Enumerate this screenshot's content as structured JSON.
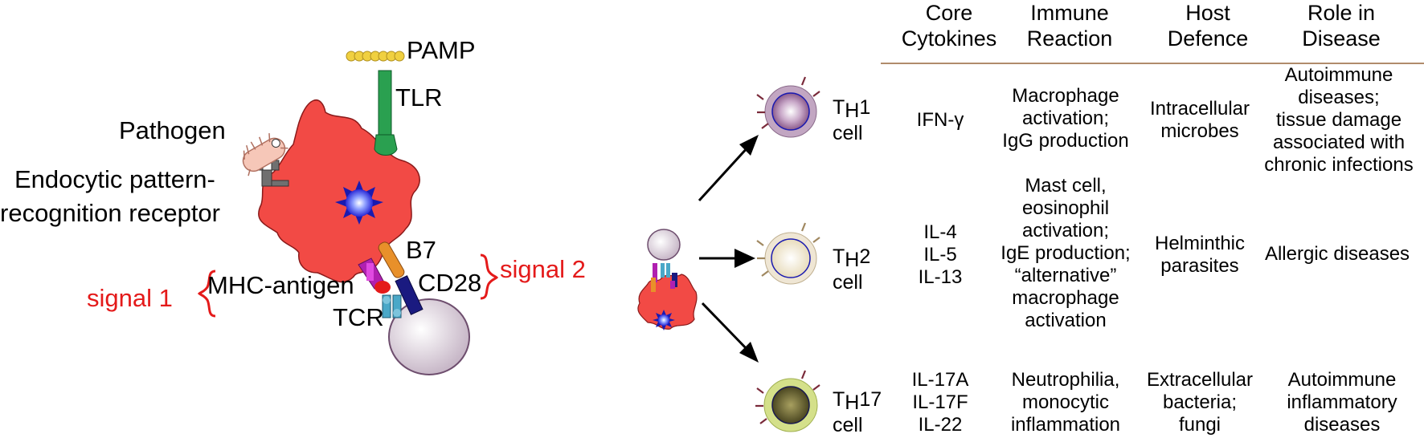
{
  "left_diagram": {
    "pamp": "PAMP",
    "tlr": "TLR",
    "pathogen": "Pathogen",
    "receptor_line1": "Endocytic pattern-",
    "receptor_line2": "recognition receptor",
    "b7": "B7",
    "cd28": "CD28",
    "mhc_antigen": "MHC-antigen",
    "tcr": "TCR",
    "signal1": "signal 1",
    "signal2": "signal 2"
  },
  "table": {
    "headers": [
      {
        "line1": "Core",
        "line2": "Cytokines"
      },
      {
        "line1": "Immune",
        "line2": "Reaction"
      },
      {
        "line1": "Host",
        "line2": "Defence"
      },
      {
        "line1": "Role in",
        "line2": "Disease"
      }
    ],
    "rows": [
      {
        "cell_prefix": "T",
        "cell_sub": "H",
        "cell_num": "1",
        "cell_word": "cell",
        "cytokines": [
          "IFN-γ"
        ],
        "reaction": [
          "Macrophage",
          "activation;",
          "IgG production"
        ],
        "defence": [
          "Intracellular",
          "microbes"
        ],
        "disease": [
          "Autoimmune",
          "diseases;",
          "tissue damage",
          "associated with",
          "chronic infections"
        ]
      },
      {
        "cell_prefix": "T",
        "cell_sub": "H",
        "cell_num": "2",
        "cell_word": "cell",
        "cytokines": [
          "IL-4",
          "IL-5",
          "IL-13"
        ],
        "reaction": [
          "Mast cell,",
          "eosinophil",
          "activation;",
          "IgE production;",
          "“alternative”",
          "macrophage",
          "activation"
        ],
        "defence": [
          "Helminthic",
          "parasites"
        ],
        "disease": [
          "Allergic diseases"
        ]
      },
      {
        "cell_prefix": "T",
        "cell_sub": "H",
        "cell_num": "17",
        "cell_word": "cell",
        "cytokines": [
          "IL-17A",
          "IL-17F",
          "IL-22"
        ],
        "reaction": [
          "Neutrophilia,",
          "monocytic",
          "inflammation"
        ],
        "defence": [
          "Extracellular",
          "bacteria;",
          "fungi"
        ],
        "disease": [
          "Autoimmune",
          "inflammatory",
          "diseases"
        ]
      }
    ]
  },
  "colors": {
    "dendritic_cell": "#f24a45",
    "nucleus": "#3a3ae8",
    "signal_text": "#e41a1a",
    "header_rule": "#b08b6b",
    "th1_fill": "#b89ab8",
    "th2_fill": "#e8dcc0",
    "th17_fill": "#6e6a30",
    "th17_ring": "#d8e38a"
  }
}
